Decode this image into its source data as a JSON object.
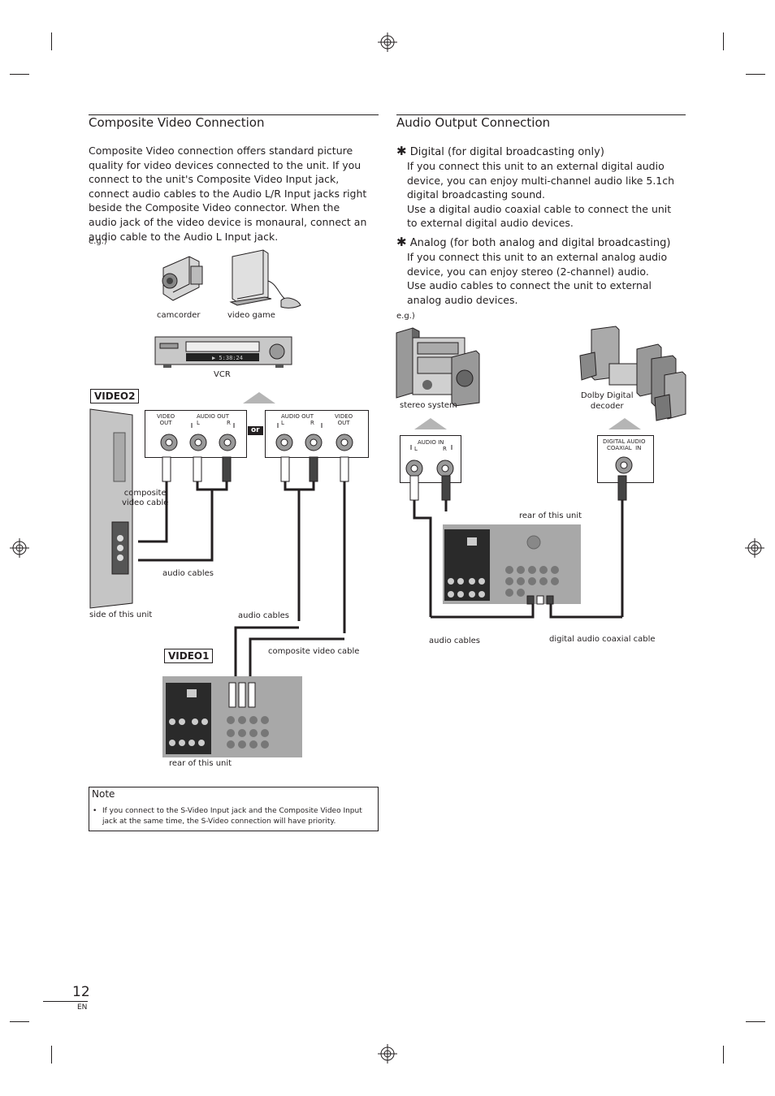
{
  "left": {
    "title": "Composite Video Connection",
    "intro": "Composite Video connection offers standard picture quality for video devices connected to the unit. If you connect to the unit's Composite Video Input jack, connect audio cables to the Audio L/R Input jacks right beside the Composite Video connector. When the audio jack of the video device is monaural, connect an audio cable to the Audio L Input jack.",
    "eg": "e.g.)",
    "devices": {
      "camcorder": "camcorder",
      "video_game": "video game",
      "vcr": "VCR"
    },
    "video2_badge": "VIDEO2",
    "video1_badge": "VIDEO1",
    "panel_a": {
      "video_out": "VIDEO\nOUT",
      "audio_out": "AUDIO OUT",
      "l": "L",
      "r": "R"
    },
    "or_label": "or",
    "panel_b": {
      "audio_out": "AUDIO OUT",
      "l": "L",
      "r": "R",
      "video_out": "VIDEO\nOUT"
    },
    "labels": {
      "composite_video_cable_side": "composite\nvideo cable",
      "audio_cables_side": "audio cables",
      "side_of_unit": "side of this unit",
      "audio_cables_rear": "audio cables",
      "composite_video_cable_rear": "composite video cable",
      "rear_of_unit": "rear of this unit"
    },
    "note": {
      "title": "Note",
      "text": "If you connect to the S-Video Input jack and the Composite Video Input jack at the same time, the S-Video connection will have priority."
    }
  },
  "right": {
    "title": "Audio Output Connection",
    "digital": {
      "head": "Digital",
      "qualifier": "(for digital broadcasting only)",
      "p1": "If you connect this unit to an external digital audio device, you can enjoy multi-channel audio like 5.1ch digital broadcasting sound.",
      "p2": "Use a digital audio coaxial cable to connect the unit to external digital audio devices."
    },
    "analog": {
      "head": "Analog",
      "qualifier": "(for both analog and digital broadcasting)",
      "p1": "If you connect this unit to an external analog audio device, you can enjoy stereo (2-channel) audio.",
      "p2": "Use audio cables to connect the unit to external analog audio devices."
    },
    "eg": "e.g.)",
    "stereo_system": "stereo system",
    "dolby": "Dolby Digital\ndecoder",
    "audio_in_panel": {
      "audio_in": "AUDIO IN",
      "l": "L",
      "r": "R"
    },
    "digital_panel": {
      "label": "DIGITAL AUDIO\nCOAXIAL  IN"
    },
    "rear_of_unit": "rear of this unit",
    "audio_cables": "audio cables",
    "digital_coax": "digital audio coaxial cable"
  },
  "footer": {
    "page_number": "12",
    "lang": "EN"
  }
}
